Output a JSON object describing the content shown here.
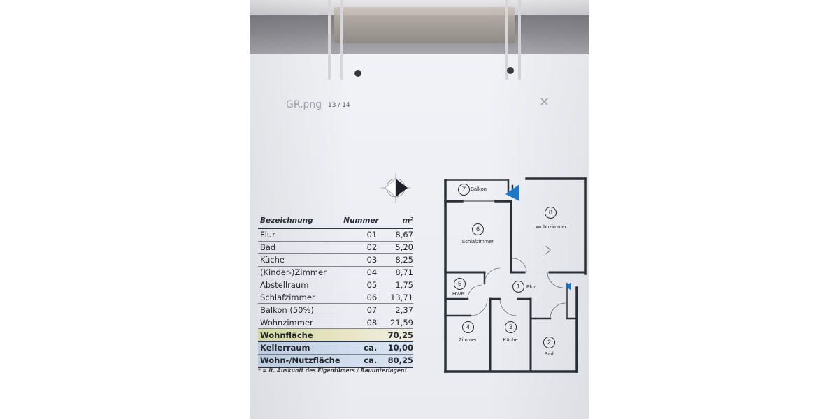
{
  "viewer": {
    "filename": "GR.png",
    "page_indicator": "13 / 14",
    "close_glyph": "✕"
  },
  "table": {
    "headers": [
      "Bezeichnung",
      "Nummer",
      "m²"
    ],
    "rows": [
      {
        "name": "Flur",
        "num": "01",
        "area": "8,67"
      },
      {
        "name": "Bad",
        "num": "02",
        "area": "5,20"
      },
      {
        "name": "Küche",
        "num": "03",
        "area": "8,25"
      },
      {
        "name": "(Kinder-)Zimmer",
        "num": "04",
        "area": "8,71"
      },
      {
        "name": "Abstellraum",
        "num": "05",
        "area": "1,75"
      },
      {
        "name": "Schlafzimmer",
        "num": "06",
        "area": "13,71"
      },
      {
        "name": "Balkon (50%)",
        "num": "07",
        "area": "2,37"
      },
      {
        "name": "Wohnzimmer",
        "num": "08",
        "area": "21,59"
      }
    ],
    "total": {
      "name": "Wohnfläche",
      "num": "",
      "area": "70,25"
    },
    "extra": [
      {
        "name": "Kellerraum",
        "num": "ca.",
        "area": "10,00"
      },
      {
        "name": "Wohn-/Nutzfläche",
        "num": "ca.",
        "area": "80,25"
      }
    ],
    "footnote": "* = lt. Auskunft des Eigentümers / Bauunterlagen!"
  },
  "plan": {
    "rooms": [
      {
        "num": "7",
        "label": "Balkon"
      },
      {
        "num": "8",
        "label": "Wohnzimmer"
      },
      {
        "num": "6",
        "label": "Schlafzimmer"
      },
      {
        "num": "5",
        "label": "HWR"
      },
      {
        "num": "1",
        "label": "Flur"
      },
      {
        "num": "4",
        "label": "Zimmer"
      },
      {
        "num": "3",
        "label": "Küche"
      },
      {
        "num": "2",
        "label": "Bad"
      }
    ],
    "wall_color": "#2b3038",
    "entry_color": "#1f78c8"
  }
}
